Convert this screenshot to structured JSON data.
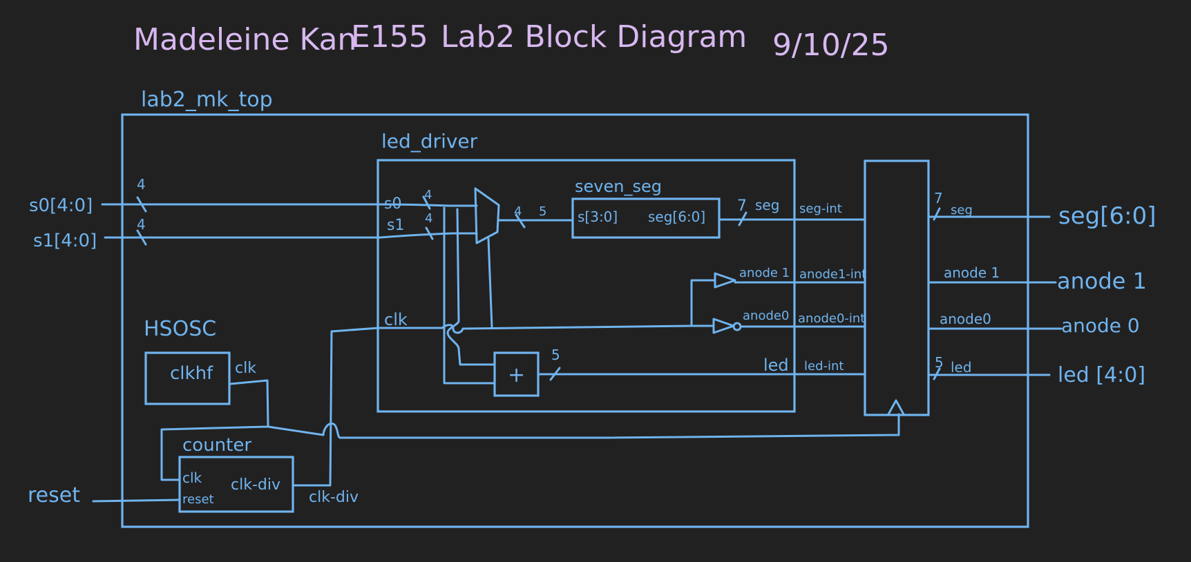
{
  "title": {
    "author": "Madeleine Kan",
    "course": "E155",
    "name": "Lab2 Block Diagram",
    "date": "9/10/25"
  },
  "modules": {
    "top": "lab2_mk_top",
    "led_driver": "led_driver",
    "seven_seg": "seven_seg",
    "seven_seg_in": "s[3:0]",
    "seven_seg_out": "seg[6:0]",
    "hsosc": "HSOSC",
    "hsosc_port": "clkhf",
    "counter": "counter",
    "counter_clk": "clk",
    "counter_reset": "reset",
    "counter_out": "clk-div",
    "adder": "+"
  },
  "inputs": {
    "s0": "s0[4:0]",
    "s1": "s1[4:0]",
    "reset": "reset"
  },
  "outputs": {
    "seg": "seg[6:0]",
    "anode1": "anode 1",
    "anode0": "anode 0",
    "led": "led [4:0]"
  },
  "labels": {
    "w4": "4",
    "w5": "5",
    "w7": "7",
    "port_s0": "s0",
    "port_s1": "s1",
    "port_clk": "clk",
    "hsosc_clk": "clk",
    "clk_div": "clk-div",
    "seg": "seg",
    "seg_int": "seg-int",
    "anode1": "anode 1",
    "anode1_int": "anode1-int",
    "anode0": "anode0",
    "anode0_int": "anode0-int",
    "led": "led",
    "led_int": "led-int",
    "reg_seg": "seg",
    "reg_anode1": "anode 1",
    "reg_anode0": "anode0",
    "reg_led": "led"
  },
  "colors": {
    "background": "#222121",
    "wire": "#6fb4ef",
    "title": "#d7b8f0"
  }
}
